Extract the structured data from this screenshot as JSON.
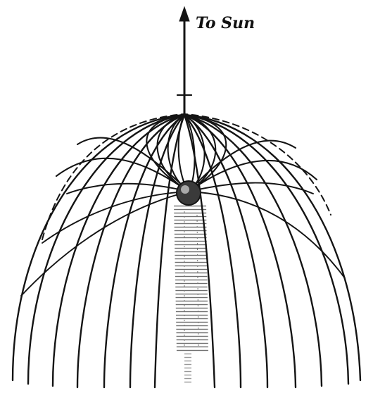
{
  "figure": {
    "direction_label": "To Sun",
    "colors": {
      "ink": "#141414",
      "background": "#ffffff",
      "shadow_hatch": "#555555",
      "comet_fill": "#3a3a3a"
    },
    "elements": [
      "direction-arrow",
      "comet-nucleus",
      "shadow-column",
      "particle-trajectories",
      "dashed-envelope"
    ]
  }
}
